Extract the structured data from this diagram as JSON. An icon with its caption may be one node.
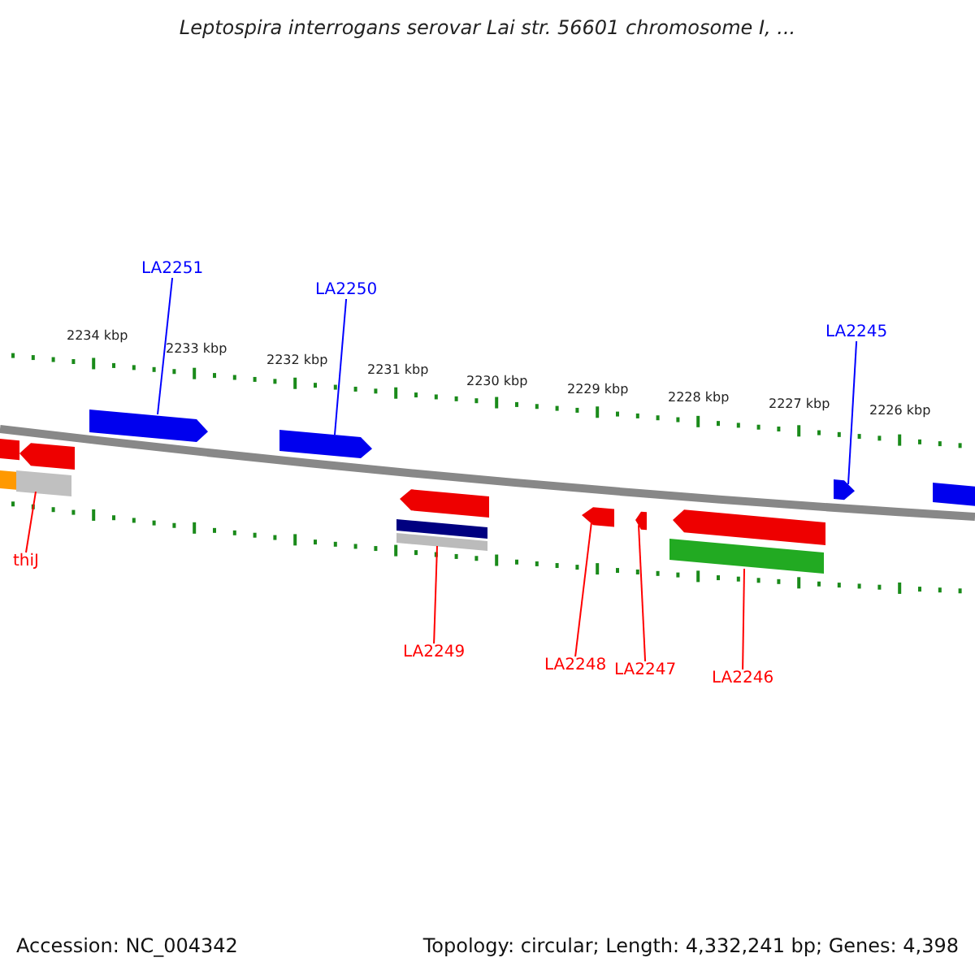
{
  "diagram": {
    "title": "Leptospira interrogans serovar Lai str. 56601 chromosome I, ...",
    "nodes": [
      {
        "text": [
          "LA2251"
        ]
      },
      {
        "text": [
          "LA2250"
        ]
      },
      {
        "text": [
          "LA2245"
        ]
      },
      {
        "text": [
          "thiJ"
        ]
      },
      {
        "text": [
          "LA2249"
        ]
      },
      {
        "text": [
          "LA2248"
        ]
      },
      {
        "text": [
          "LA2247"
        ]
      },
      {
        "text": [
          "LA2246"
        ]
      },
      {
        "text": [],
        "shape": "bar"
      },
      {
        "text": [],
        "shape": "bar"
      },
      {
        "text": [],
        "shape": "bar"
      },
      {
        "text": [],
        "shape": "bar"
      },
      {
        "text": [],
        "shape": "bar"
      },
      {
        "text": [],
        "shape": "bar"
      },
      {
        "text": [],
        "shape": "bar"
      },
      {
        "text": [],
        "shape": "bar"
      }
    ],
    "edges": [
      {
        "from": 0,
        "to": 8,
        "arrow": "none",
        "color": "#0000ff"
      },
      {
        "from": 1,
        "to": 9,
        "arrow": "none",
        "color": "#0000ff"
      },
      {
        "from": 2,
        "to": 10,
        "arrow": "none",
        "color": "#0000ff"
      },
      {
        "from": 3,
        "to": 11,
        "arrow": "none",
        "color": "#ff0000"
      },
      {
        "from": 4,
        "to": 12,
        "arrow": "none",
        "color": "#ff0000"
      },
      {
        "from": 5,
        "to": 13,
        "arrow": "none",
        "color": "#ff0000"
      },
      {
        "from": 6,
        "to": 14,
        "arrow": "none",
        "color": "#ff0000"
      },
      {
        "from": 7,
        "to": 15,
        "arrow": "none",
        "color": "#ff0000"
      }
    ],
    "labels": [
      "2234 kbp",
      "2233 kbp",
      "2232 kbp",
      "2231 kbp",
      "2230 kbp",
      "2229 kbp",
      "2228 kbp",
      "2227 kbp",
      "2226 kbp",
      "Accession: NC_004342",
      "Topology: circular; Length: 4,332,241 bp; Genes: 4,398"
    ]
  }
}
